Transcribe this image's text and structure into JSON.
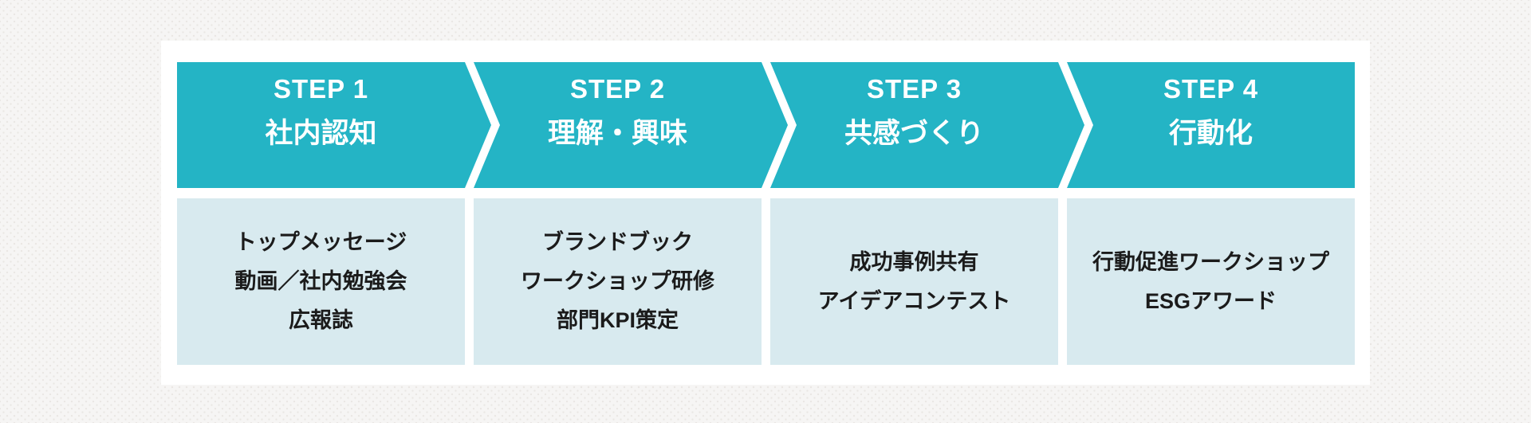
{
  "colors": {
    "page_bg": "#f6f5f4",
    "page_dot": "#eae7e4",
    "card_bg": "#ffffff",
    "accent_teal": "#24b4c5",
    "box_bg": "#d8eaef",
    "text_white": "#ffffff",
    "text_dark": "#1b1b1b"
  },
  "steps": [
    {
      "label": "STEP 1",
      "title": "社内認知",
      "items": [
        "トップメッセージ",
        "動画／社内勉強会",
        "広報誌"
      ]
    },
    {
      "label": "STEP 2",
      "title": "理解・興味",
      "items": [
        "ブランドブック",
        "ワークショップ研修",
        "部門KPI策定"
      ]
    },
    {
      "label": "STEP 3",
      "title": "共感づくり",
      "items": [
        "成功事例共有",
        "アイデアコンテスト"
      ]
    },
    {
      "label": "STEP 4",
      "title": "行動化",
      "items": [
        "行動促進ワークショップ",
        "ESGアワード"
      ]
    }
  ]
}
